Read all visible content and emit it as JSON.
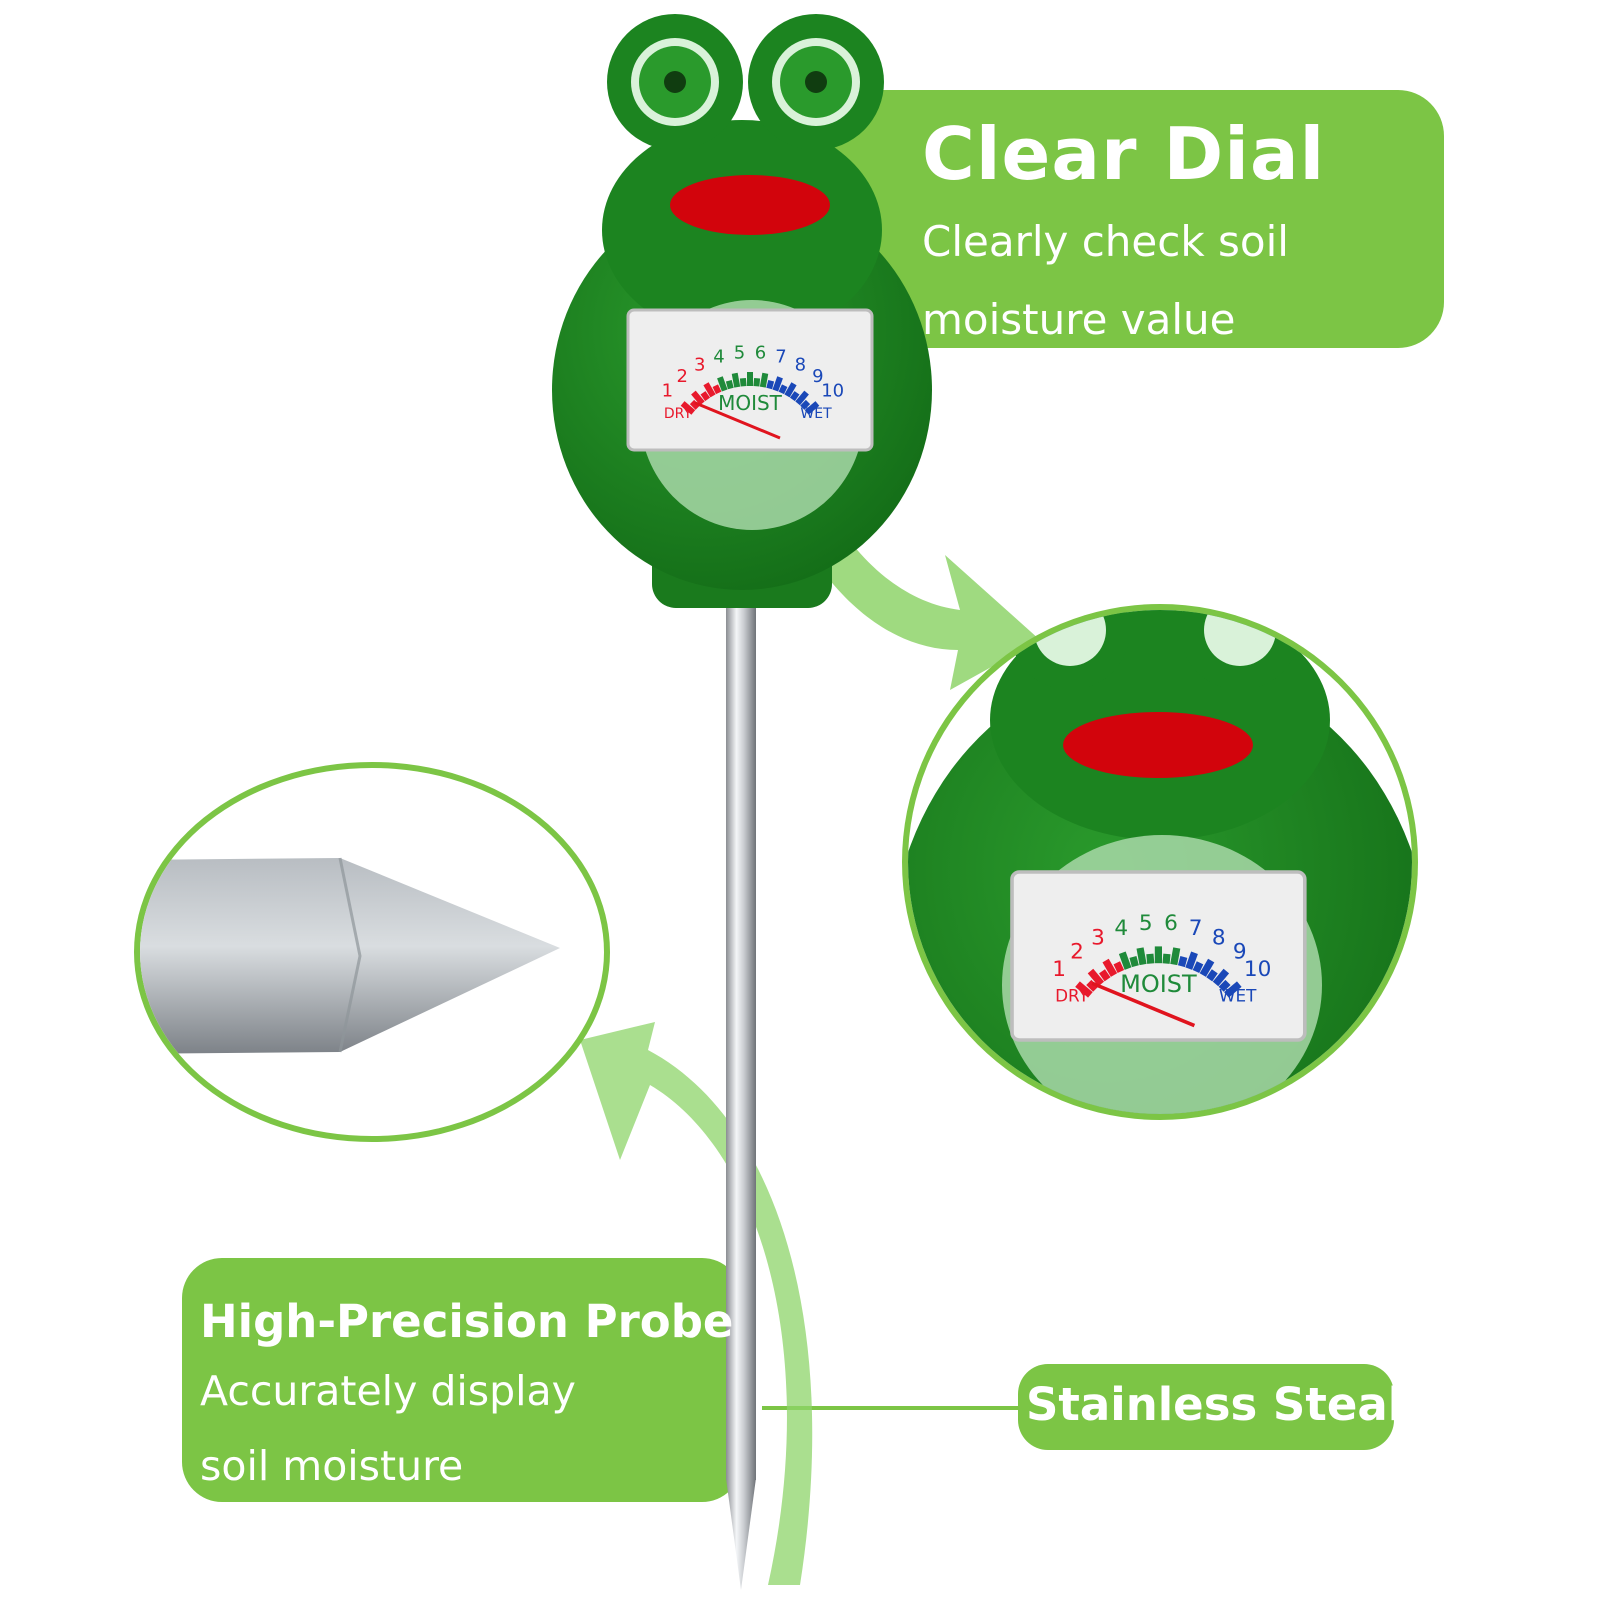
{
  "callouts": {
    "clear_dial": {
      "title": "Clear Dial",
      "line1": "Clearly check soil",
      "line2": "moisture value"
    },
    "probe": {
      "title": "High-Precision Probe",
      "line1": "Accurately display",
      "line2": "soil moisture"
    },
    "steel": {
      "title": "Stainless Steal"
    }
  },
  "dial": {
    "scale": [
      "1",
      "2",
      "3",
      "4",
      "5",
      "6",
      "7",
      "8",
      "9",
      "10"
    ],
    "label_dry": "DRY",
    "label_moist": "MOIST",
    "label_wet": "WET",
    "reading": 2.3
  },
  "colors": {
    "accent_green": "#7cc545",
    "frog_green": "#1f8a22",
    "mouth_red": "#d2040c",
    "dry_red": "#e8192c",
    "moist_green": "#1f8a3a",
    "wet_blue": "#1a48b8"
  },
  "icons": {
    "zoom_arrow": "curved-arrow-icon"
  }
}
